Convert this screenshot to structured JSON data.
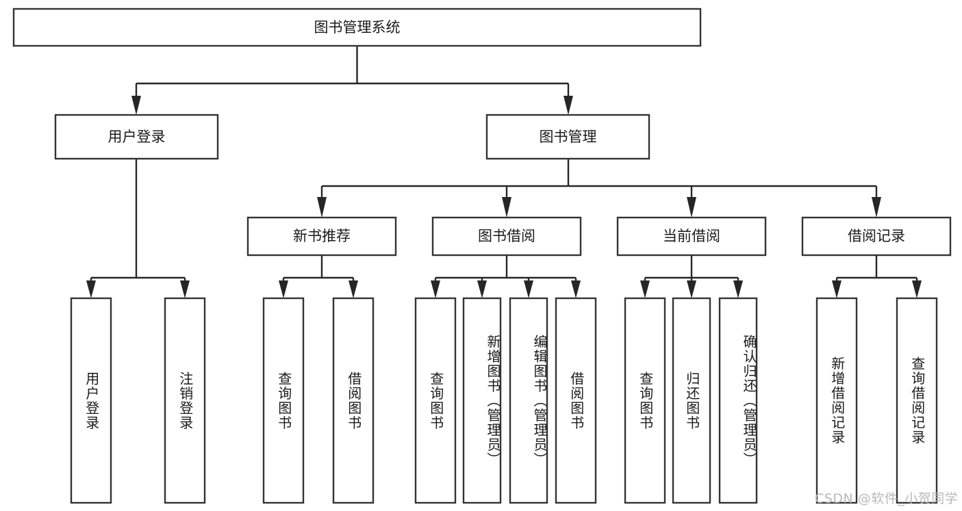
{
  "diagram": {
    "title": "图书管理系统",
    "type": "tree-hierarchy-diagram",
    "orientation": "top-down",
    "colors": {
      "box_fill": "#ffffff",
      "box_stroke": "#333333",
      "connector": "#262626",
      "text": "#1a1a1a",
      "watermark": "#b8b8b8",
      "background": "#ffffff"
    },
    "root": {
      "label": "图书管理系统"
    },
    "level2": [
      {
        "id": "user-login",
        "label": "用户登录"
      },
      {
        "id": "book-manage",
        "label": "图书管理"
      }
    ],
    "level3": [
      {
        "id": "new-book-recommend",
        "label": "新书推荐"
      },
      {
        "id": "book-borrow",
        "label": "图书借阅"
      },
      {
        "id": "current-borrow",
        "label": "当前借阅"
      },
      {
        "id": "borrow-record",
        "label": "借阅记录"
      }
    ],
    "leaves": {
      "user_login": [
        {
          "id": "leaf-user-login",
          "label": "用户登录"
        },
        {
          "id": "leaf-logout-login",
          "label": "注销登录"
        }
      ],
      "new_book_recommend": [
        {
          "id": "leaf-query-book-1",
          "label": "查询图书"
        },
        {
          "id": "leaf-borrow-book-1",
          "label": "借阅图书"
        }
      ],
      "book_borrow": [
        {
          "id": "leaf-query-book-2",
          "label": "查询图书"
        },
        {
          "id": "leaf-add-book",
          "label": "新增图书（管理员）"
        },
        {
          "id": "leaf-edit-book",
          "label": "编辑图书（管理员）"
        },
        {
          "id": "leaf-borrow-book-2",
          "label": "借阅图书"
        }
      ],
      "current_borrow": [
        {
          "id": "leaf-query-book-3",
          "label": "查询图书"
        },
        {
          "id": "leaf-return-book",
          "label": "归还图书"
        },
        {
          "id": "leaf-confirm-return",
          "label": "确认归还（管理员）"
        }
      ],
      "borrow_record": [
        {
          "id": "leaf-add-record",
          "label": "新增借阅记录"
        },
        {
          "id": "leaf-query-record",
          "label": "查询借阅记录"
        }
      ]
    },
    "watermark": "CSDN @软件_小贺同学"
  }
}
